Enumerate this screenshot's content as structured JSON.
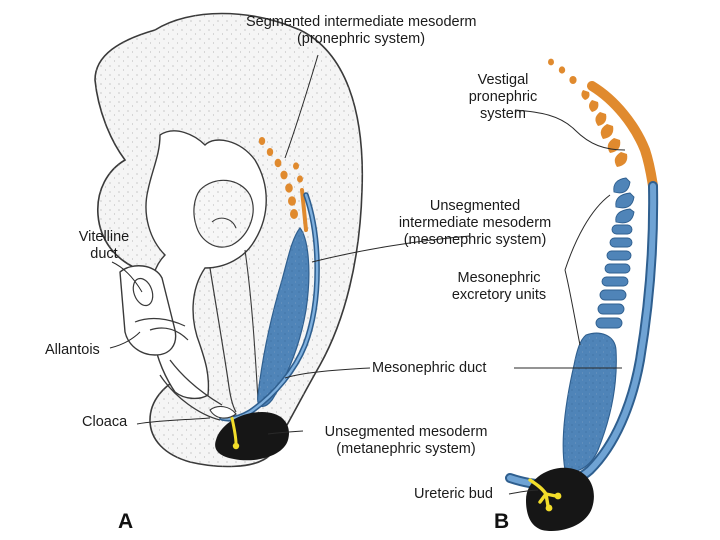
{
  "colors": {
    "pronephric": "#e08a2e",
    "mesonephric": "#4f84b8",
    "mesonephric_dark": "#3a6c9e",
    "metanephric": "#161616",
    "ureteric_bud": "#f2dd2a",
    "embryo_fill": "#f4f4f4",
    "outline": "#3a3a3a"
  },
  "labels": {
    "segmented_line1": "Segmented intermediate mesoderm",
    "segmented_line2": "(pronephric system)",
    "vestigal_line1": "Vestigal",
    "vestigal_line2": "pronephric",
    "vestigal_line3": "system",
    "unsegmented_line1": "Unsegmented",
    "unsegmented_line2": "intermediate mesoderm",
    "unsegmented_line3": "(mesonephric system)",
    "vitelline_line1": "Vitelline",
    "vitelline_line2": "duct",
    "mesonephric_units_line1": "Mesonephric",
    "mesonephric_units_line2": "excretory units",
    "allantois": "Allantois",
    "mesonephric_duct": "Mesonephric duct",
    "cloaca": "Cloaca",
    "unseg_meso_line1": "Unsegmented mesoderm",
    "unseg_meso_line2": "(metanephric system)",
    "ureteric_bud": "Ureteric bud"
  },
  "panels": {
    "a": "A",
    "b": "B"
  }
}
